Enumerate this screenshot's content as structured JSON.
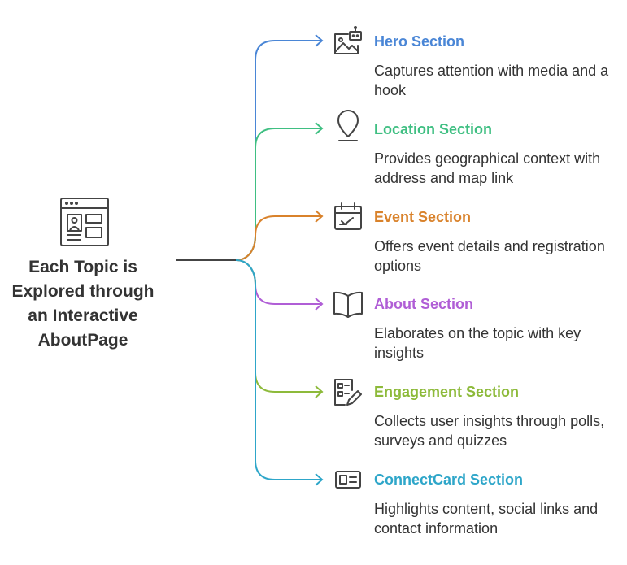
{
  "root": {
    "title": "Each Topic is Explored through an Interactive AboutPage",
    "icon": "webpage-profile-icon"
  },
  "branches": [
    {
      "title": "Hero Section",
      "description": "Captures attention with media and a hook",
      "color": "#4a86d6",
      "icon": "image-robot-icon"
    },
    {
      "title": "Location Section",
      "description": "Provides geographical context with address and map link",
      "color": "#3fbf82",
      "icon": "map-pin-icon"
    },
    {
      "title": "Event Section",
      "description": "Offers event details and registration options",
      "color": "#d9822b",
      "icon": "calendar-check-icon"
    },
    {
      "title": "About Section",
      "description": "Elaborates on the topic with key insights",
      "color": "#b05ed6",
      "icon": "open-book-icon"
    },
    {
      "title": "Engagement Section",
      "description": "Collects user insights through polls, surveys and quizzes",
      "color": "#8dba3a",
      "icon": "checklist-pencil-icon"
    },
    {
      "title": "ConnectCard Section",
      "description": "Highlights content, social links and contact information",
      "color": "#2ea6c9",
      "icon": "id-card-icon"
    }
  ]
}
